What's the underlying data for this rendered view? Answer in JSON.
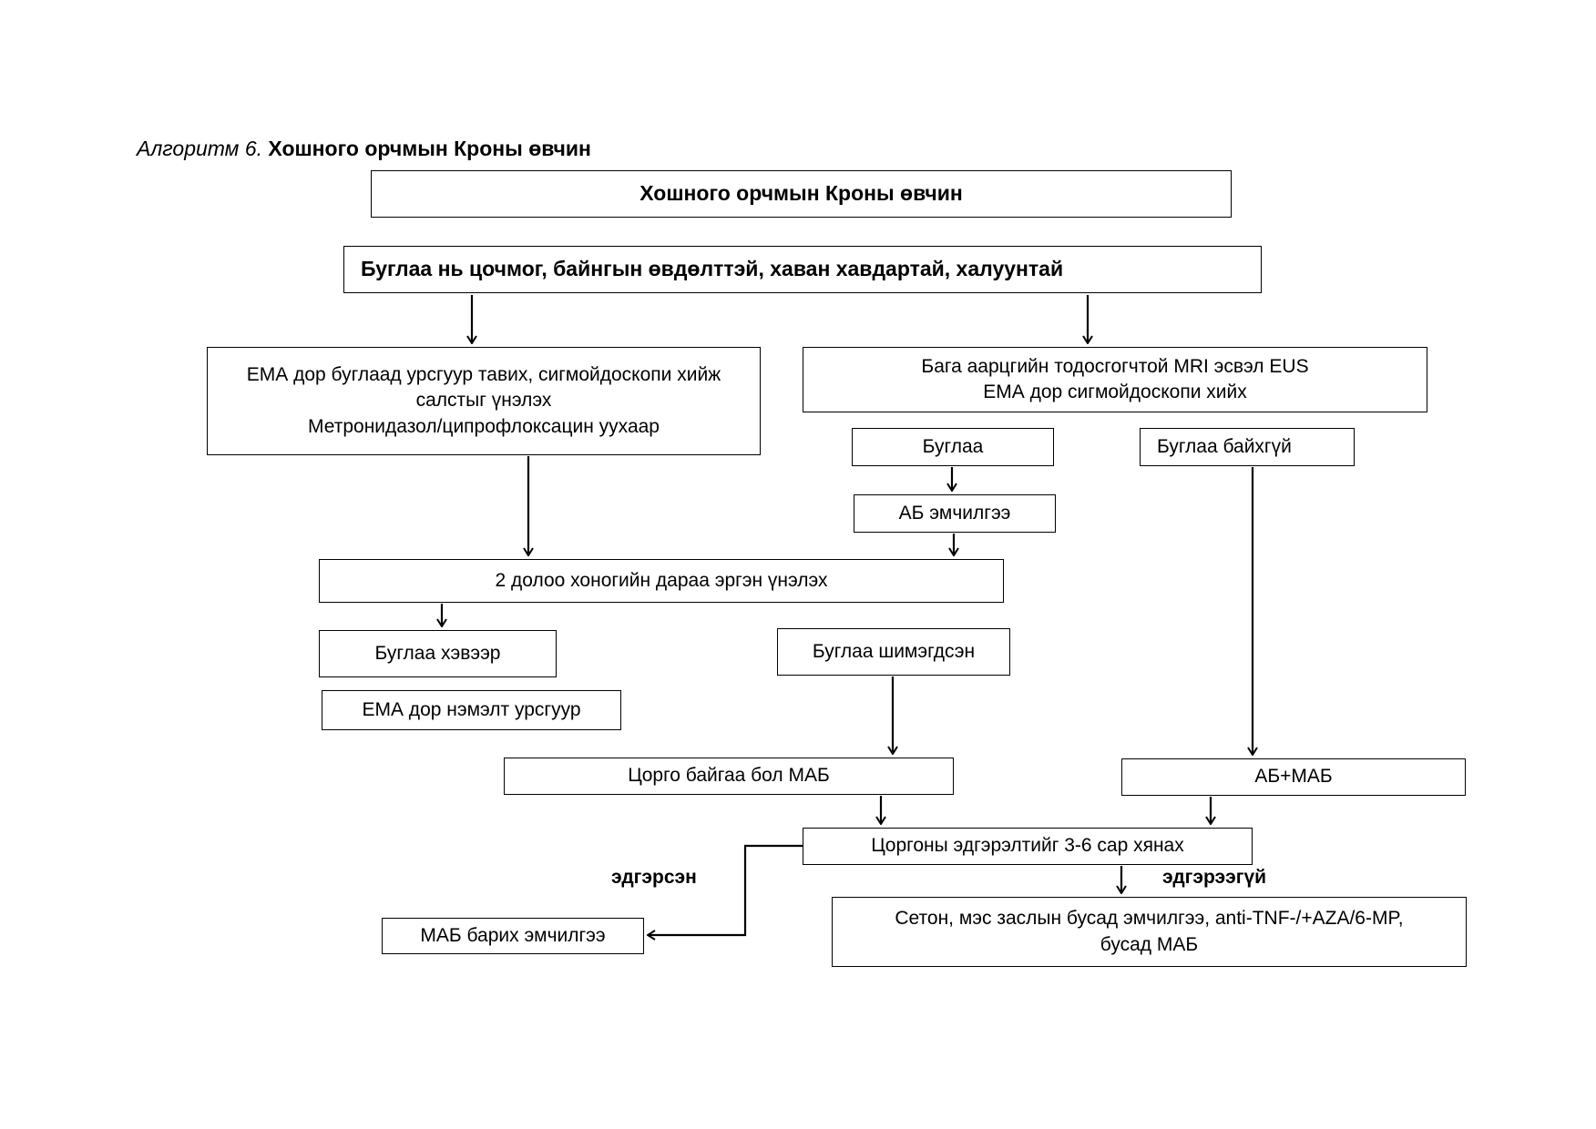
{
  "caption": {
    "italic": "Алгоритм 6.",
    "bold": "Хошного орчмын Кроны өвчин"
  },
  "nodes": {
    "title": "Хошного орчмын Кроны өвчин",
    "symptoms": "Буглаа нь цочмог, байнгын өвдөлттэй, хаван хавдартай, халуунтай",
    "ema_drain": "ЕМА дор буглаад урсгуур тавих, сигмойдоскопи хийж\nсалстыг үнэлэх\nМетронидазол/ципрофлоксацин уухаар",
    "mri_eus": "Бага аарцгийн тодосгогчтой MRI эсвэл EUS\nЕМА дор сигмойдоскопи хийх",
    "abscess": "Буглаа",
    "no_abscess": "Буглаа байхгүй",
    "ab_treatment": "АБ эмчилгээ",
    "reassess": "2 долоо хоногийн дараа эргэн үнэлэх",
    "abscess_persists": "Буглаа хэвээр",
    "abscess_resolved": "Буглаа шимэгдсэн",
    "extra_drain": "ЕМА дор нэмэлт урсгуур",
    "fistula_mab": "Цорго  байгаа бол МАБ",
    "ab_mab": "АБ+МАБ",
    "monitor": "Цоргоны эдгэрэлтийг 3-6 сар хянах",
    "maintenance": "МАБ барих эмчилгээ",
    "seton": "Сетон, мэс заслын бусад эмчилгээ, anti-TNF-/+AZA/6-MP,\nбусад МАБ"
  },
  "labels": {
    "healed": "эдгэрсэн",
    "not_healed": "эдгэрээгүй"
  }
}
